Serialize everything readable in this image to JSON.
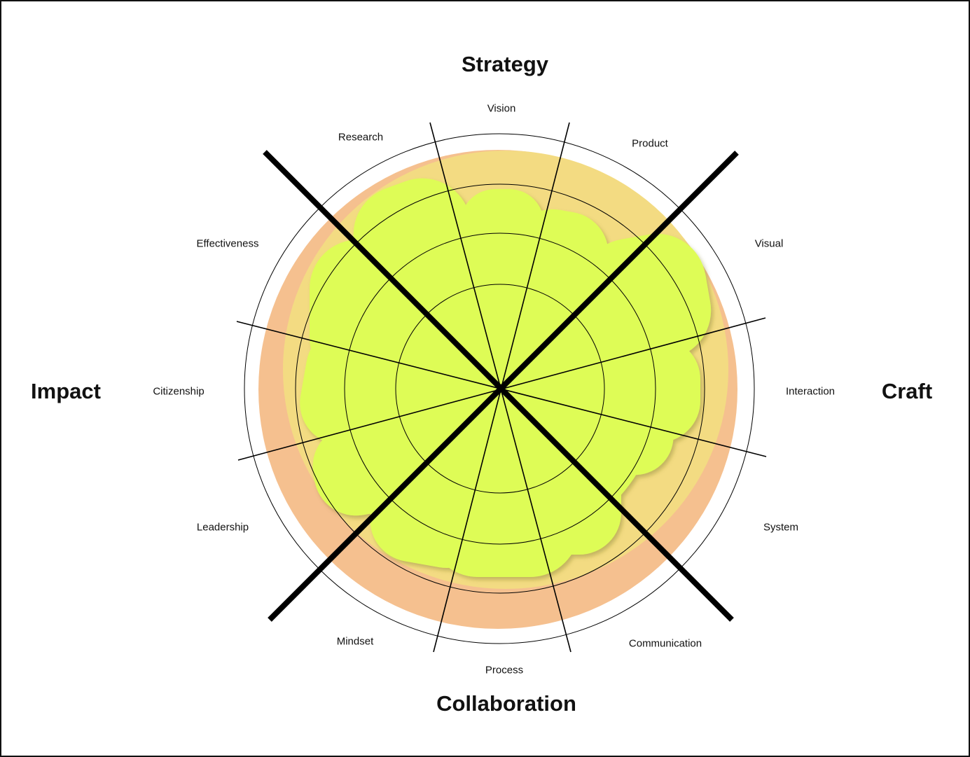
{
  "categories": {
    "strategy": "Strategy",
    "craft": "Craft",
    "collaboration": "Collaboration",
    "impact": "Impact"
  },
  "skills": {
    "vision": "Vision",
    "product": "Product",
    "visual": "Visual",
    "interaction": "Interaction",
    "system": "System",
    "communication": "Communication",
    "process": "Process",
    "mindset": "Mindset",
    "leadership": "Leadership",
    "citizenship": "Citizenship",
    "effectiveness": "Effectiveness",
    "research": "Research"
  },
  "colors": {
    "outer_ring": "#F5C08F",
    "inner_disc": "#F3DB82",
    "fill": "#DDFF55",
    "lines": "#000000"
  }
}
